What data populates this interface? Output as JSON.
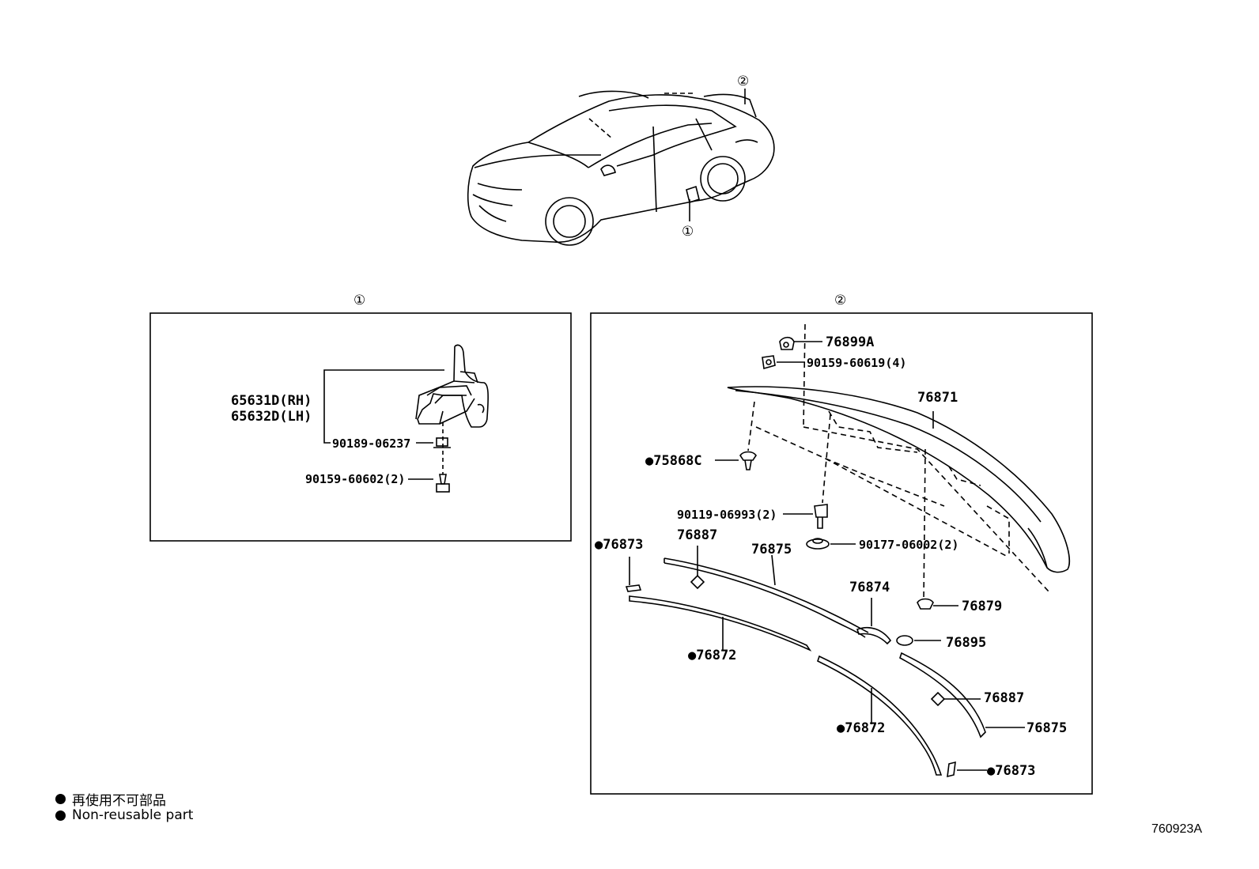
{
  "markers": {
    "one": "①",
    "two": "②"
  },
  "parts": {
    "p65631D": "65631D(RH)",
    "p65632D": "65632D(LH)",
    "p90189": "90189-06237",
    "p90159a": "90159-60602(2)",
    "p76899A": "76899A",
    "p90159b": "90159-60619(4)",
    "p76871": "76871",
    "p75868C": "●75868C",
    "p90119": "90119-06993(2)",
    "p90177": "90177-06002(2)",
    "p76873a": "●76873",
    "p76887a": "76887",
    "p76875a": "76875",
    "p76874": "76874",
    "p76879": "76879",
    "p76895": "76895",
    "p76872a": "●76872",
    "p76887b": "76887",
    "p76875b": "76875",
    "p76872b": "●76872",
    "p76873b": "●76873"
  },
  "legend": {
    "line1": "再使用不可部品",
    "line2": "Non-reusable part"
  },
  "diagram_code": "760923A"
}
